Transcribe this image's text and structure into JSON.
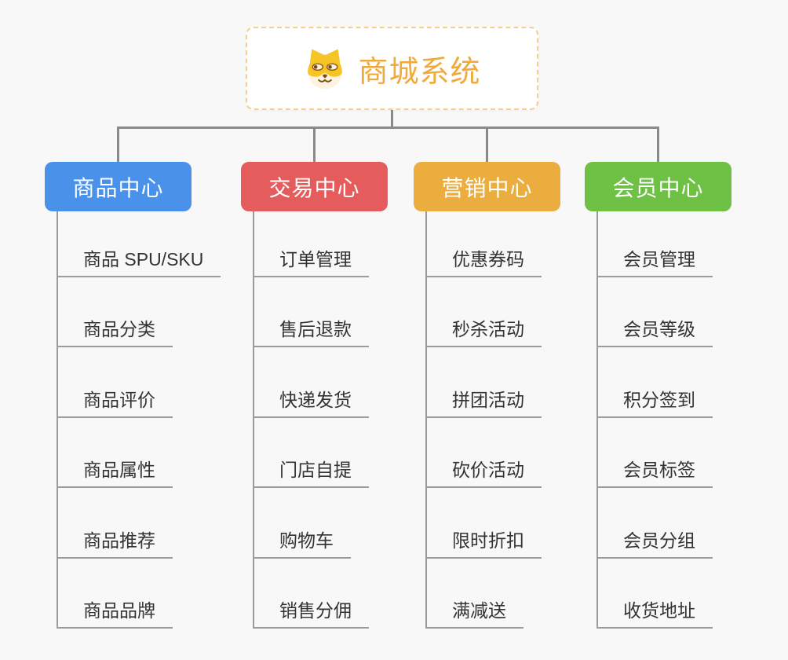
{
  "canvas": {
    "background": "#f8f8f8"
  },
  "root": {
    "label": "商城系统",
    "icon": "dog-face-icon",
    "text_color": "#f0a93b",
    "border_color": "#f6cf90",
    "background": "#ffffff"
  },
  "palette": {
    "connector": "#8a8a8a",
    "underline": "#9b9b9b",
    "leaf_text": "#333333"
  },
  "branches": [
    {
      "label": "商品中心",
      "color": "#4a91e9",
      "children": [
        "商品 SPU/SKU",
        "商品分类",
        "商品评价",
        "商品属性",
        "商品推荐",
        "商品品牌"
      ]
    },
    {
      "label": "交易中心",
      "color": "#e45c5c",
      "children": [
        "订单管理",
        "售后退款",
        "快递发货",
        "门店自提",
        "购物车",
        "销售分佣"
      ]
    },
    {
      "label": "营销中心",
      "color": "#eaad3e",
      "children": [
        "优惠券码",
        "秒杀活动",
        "拼团活动",
        "砍价活动",
        "限时折扣",
        "满减送"
      ]
    },
    {
      "label": "会员中心",
      "color": "#6ec144",
      "children": [
        "会员管理",
        "会员等级",
        "积分签到",
        "会员标签",
        "会员分组",
        "收货地址"
      ]
    }
  ]
}
